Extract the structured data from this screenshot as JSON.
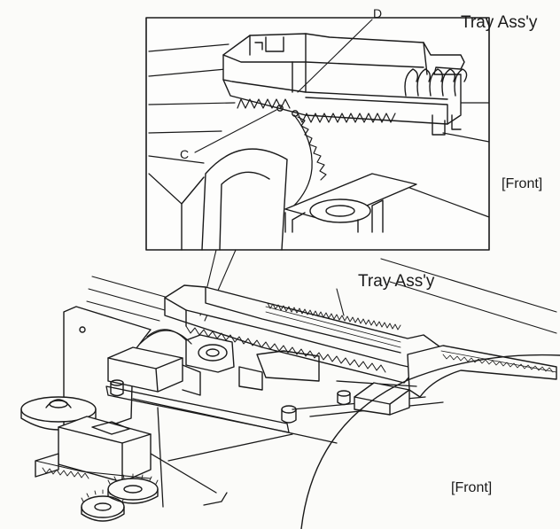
{
  "labels": {
    "tray_assy_top": "Tray Ass'y",
    "d": "D",
    "c": "C",
    "front_top": "[Front]",
    "tray_assy_mid": "Tray Ass'y",
    "front_bottom": "[Front]"
  },
  "colors": {
    "ink": "#1a1a1a",
    "paper": "#fbfbf9"
  }
}
